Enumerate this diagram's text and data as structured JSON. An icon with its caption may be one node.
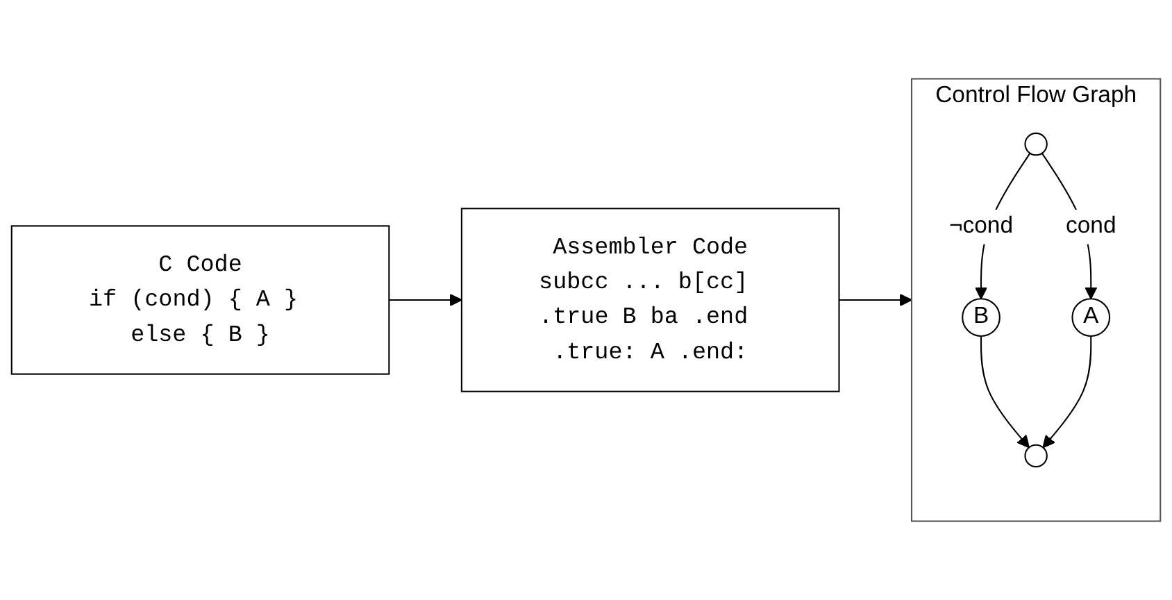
{
  "diagram": {
    "nodes": [
      {
        "text": [
          "C Code",
          "if (cond) { A } else { B }"
        ]
      },
      {
        "text": [
          "Assembler Code",
          "subcc ... b[cc] .true B ba .end .true: A .end:"
        ]
      },
      {
        "text": [
          "Control Flow Graph"
        ]
      },
      {
        "text": [],
        "shape": "circle",
        "in": 2
      },
      {
        "text": [
          "B"
        ],
        "in": 2
      },
      {
        "text": [
          "A"
        ],
        "in": 2
      },
      {
        "text": [],
        "shape": "circle",
        "in": 2
      }
    ],
    "edges": [
      {
        "from": 0,
        "to": 1,
        "arrow": "to"
      },
      {
        "from": 1,
        "to": 2,
        "arrow": "to"
      },
      {
        "from": 3,
        "to": 4,
        "label": "¬cond",
        "arrow": "to"
      },
      {
        "from": 3,
        "to": 5,
        "label": "cond",
        "arrow": "to"
      },
      {
        "from": 4,
        "to": 6,
        "arrow": "to"
      },
      {
        "from": 5,
        "to": 6,
        "arrow": "to"
      }
    ]
  }
}
